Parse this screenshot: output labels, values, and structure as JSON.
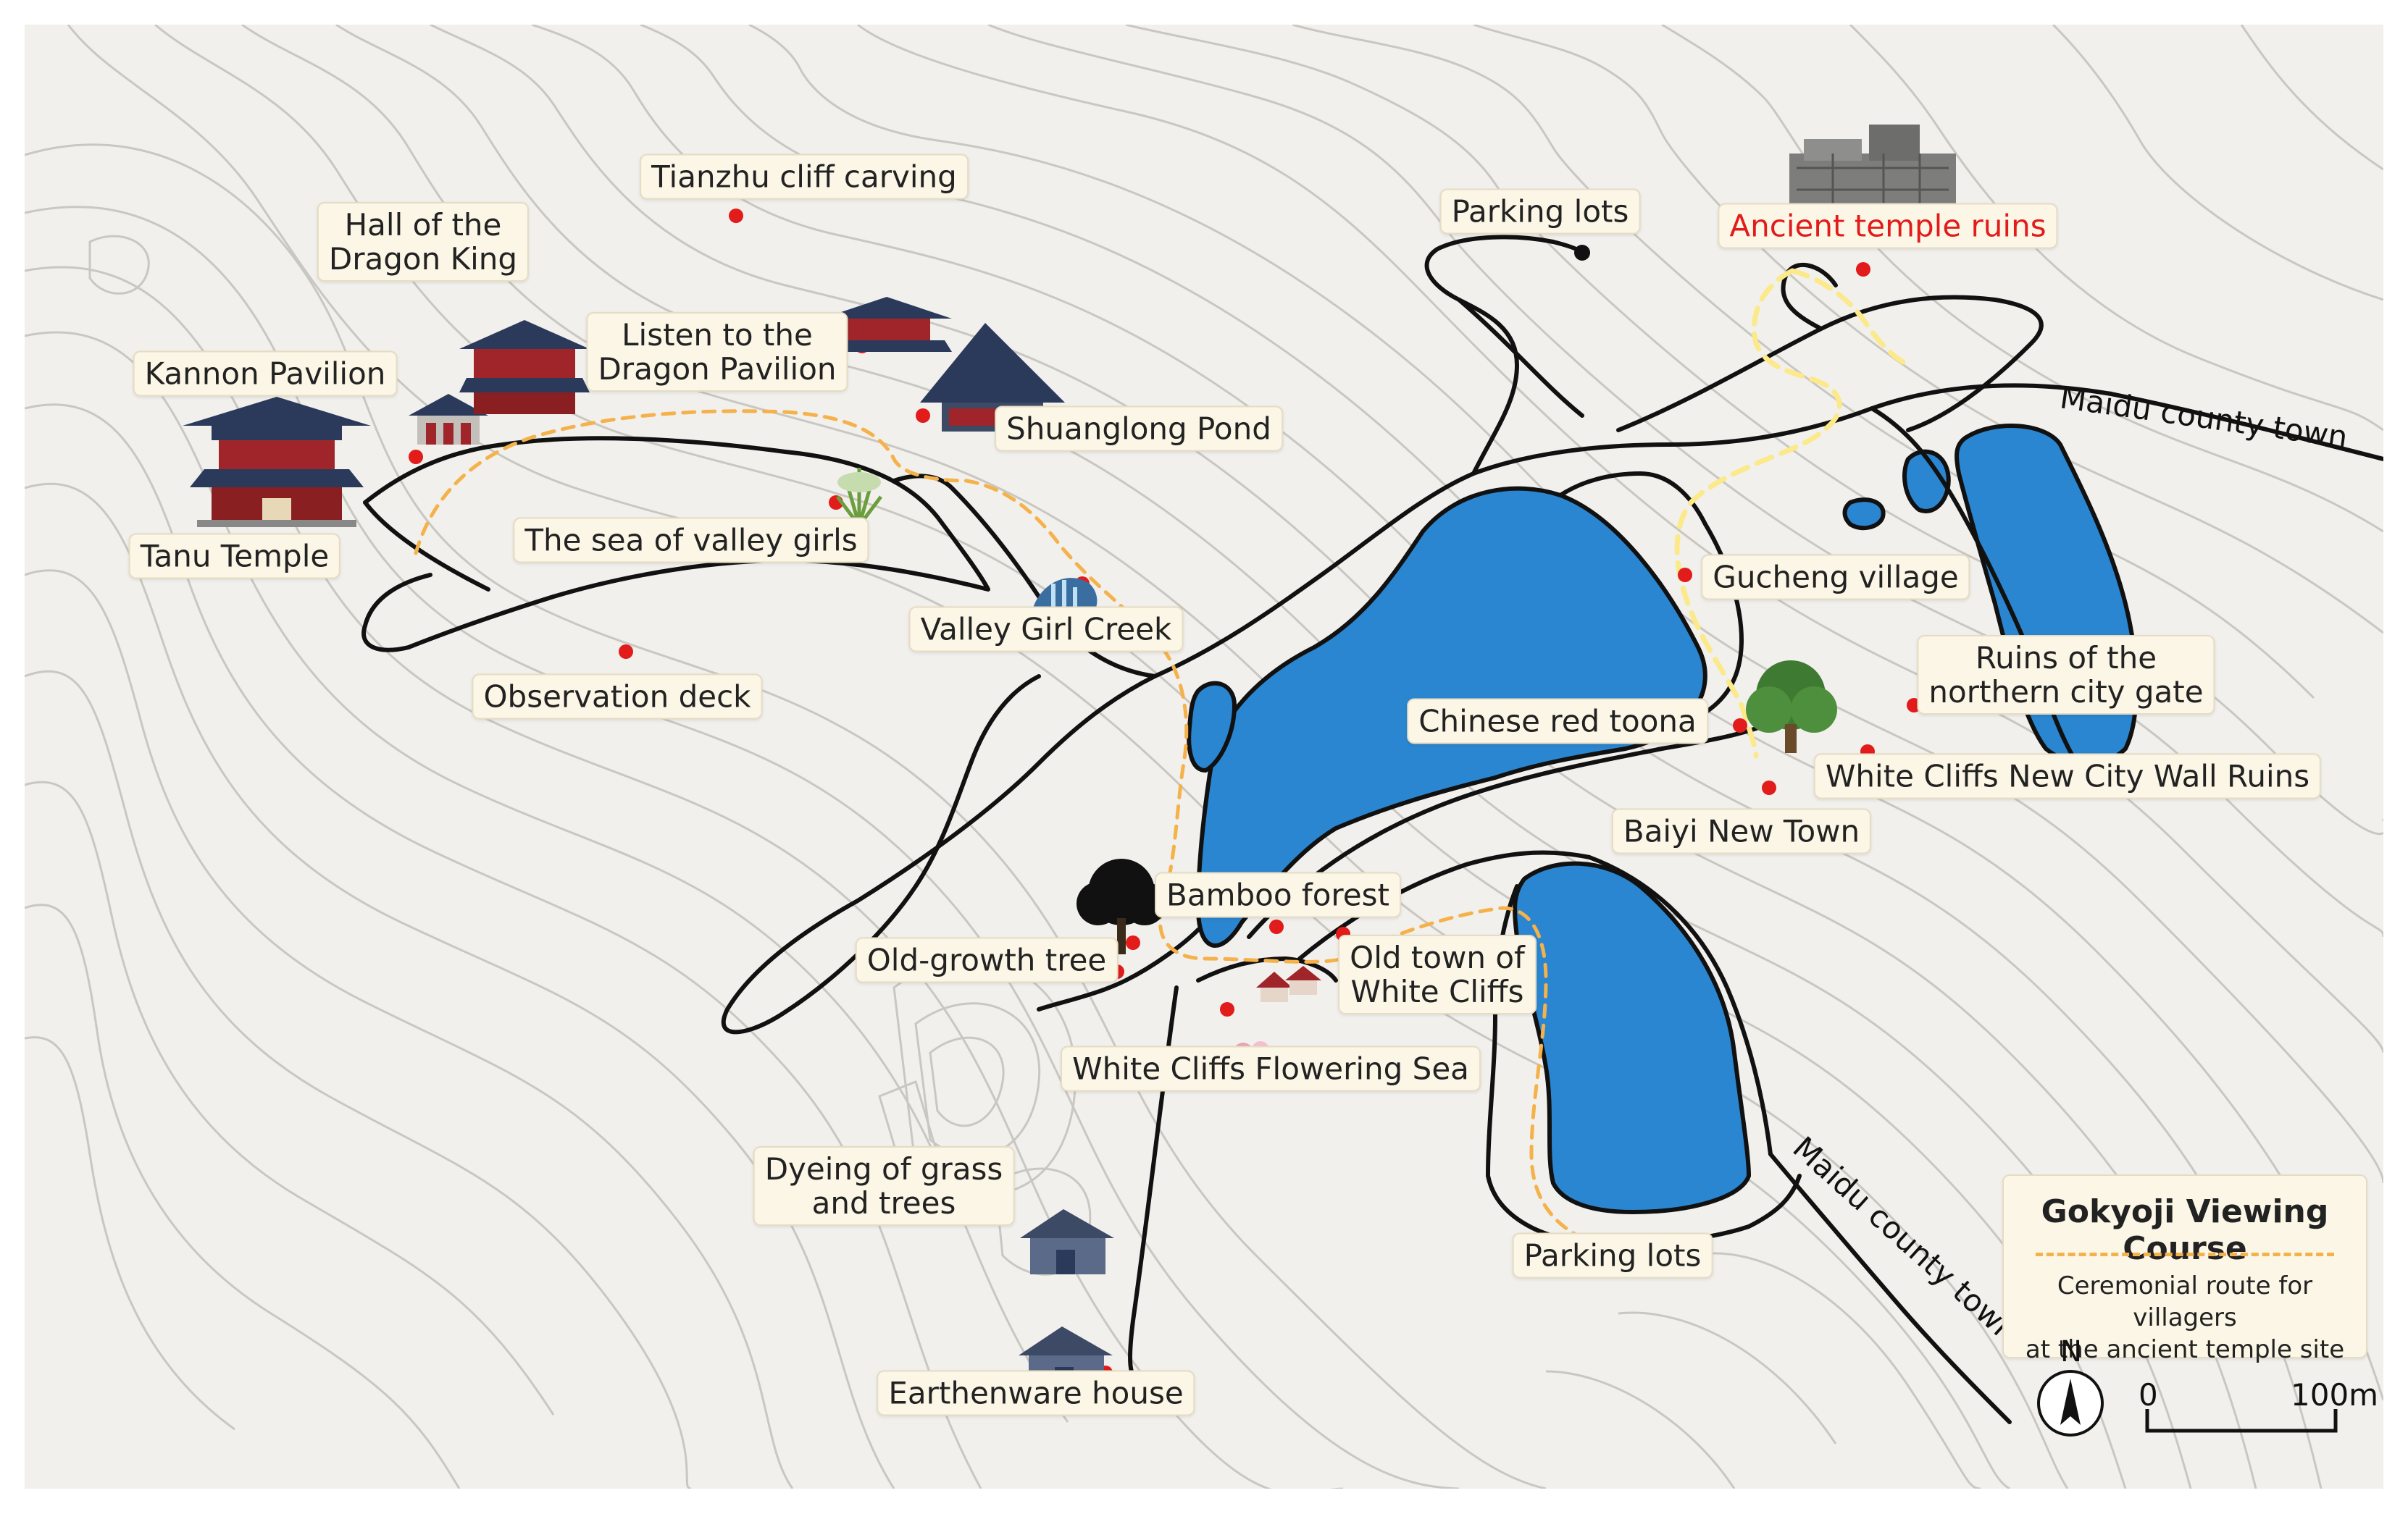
{
  "map": {
    "places": {
      "tianzhu": "Tianzhu cliff carving",
      "hall_dragon_king": [
        "Hall of the",
        "Dragon King"
      ],
      "listen_dragon": [
        "Listen to the",
        "Dragon Pavilion"
      ],
      "kannon": "Kannon Pavilion",
      "shuanglong": "Shuanglong Pond",
      "tanu": "Tanu Temple",
      "sea_valley_girls": "The sea of valley girls",
      "valley_girl_creek": "Valley Girl Creek",
      "observation_deck": "Observation deck",
      "parking_north": "Parking lots",
      "ancient_temple": "Ancient temple ruins",
      "gucheng": "Gucheng village",
      "ruins_north_gate": [
        "Ruins of the",
        "northern city gate"
      ],
      "red_toona": "Chinese red toona",
      "new_city_wall": "White Cliffs New City Wall Ruins",
      "baiyi": "Baiyi New Town",
      "bamboo": "Bamboo forest",
      "old_growth": "Old-growth tree",
      "old_town": [
        "Old town of",
        "White Cliffs"
      ],
      "flowering_sea": "White Cliffs Flowering Sea",
      "dyeing": [
        "Dyeing of grass",
        "and trees"
      ],
      "parking_south": "Parking lots",
      "earthenware": "Earthenware house"
    },
    "roads": {
      "maidu_east": "Maidu county town",
      "maidu_south": "Maidu county town"
    },
    "legend": {
      "title": "Gokyoji Viewing Course",
      "route_desc": [
        "Ceremonial route for villagers",
        "at the ancient temple site"
      ]
    },
    "north": "N",
    "scale": {
      "start": "0",
      "end": "100m"
    },
    "colors": {
      "background": "#f1f0ec",
      "contour": "#c9c7c1",
      "road": "#111111",
      "water": "#2a86d0",
      "route": "#f5b14a",
      "route_alt": "#fbe98a",
      "poi": "#e21b1b",
      "highlight_text": "#e21b1b"
    },
    "icons": [
      "temple-icon",
      "pavilion-icon",
      "waterfall-icon",
      "grass-icon",
      "tree-icon",
      "house-icon",
      "stone-ruins-icon",
      "compass-icon"
    ]
  }
}
